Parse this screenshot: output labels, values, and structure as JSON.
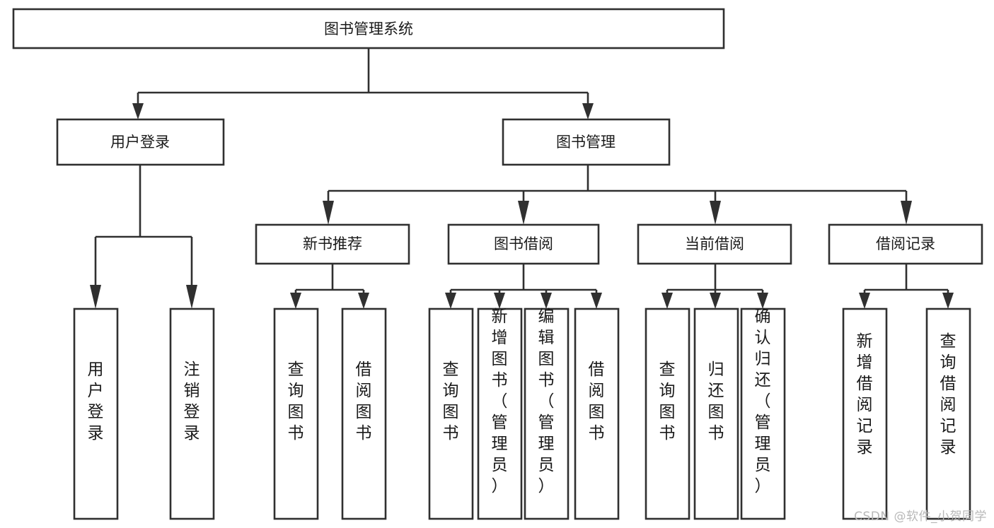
{
  "diagram": {
    "title": "图书管理系统",
    "watermark": "CSDN @软件_小贺同学",
    "accent_color": "#303030",
    "background_color": "#ffffff",
    "root": {
      "label": "图书管理系统"
    },
    "level2": [
      {
        "label": "用户登录"
      },
      {
        "label": "图书管理"
      }
    ],
    "level3": [
      {
        "label": "新书推荐"
      },
      {
        "label": "图书借阅"
      },
      {
        "label": "当前借阅"
      },
      {
        "label": "借阅记录"
      }
    ],
    "leaves": {
      "user_login": [
        {
          "label": "用户登录"
        },
        {
          "label": "注销登录"
        }
      ],
      "new_book": [
        {
          "label": "查询图书"
        },
        {
          "label": "借阅图书"
        }
      ],
      "book_borrow": [
        {
          "label": "查询图书"
        },
        {
          "label": "新增图书（管理员）"
        },
        {
          "label": "编辑图书（管理员）"
        },
        {
          "label": "借阅图书"
        }
      ],
      "current_borrow": [
        {
          "label": "查询图书"
        },
        {
          "label": "归还图书"
        },
        {
          "label": "确认归还（管理员）"
        }
      ],
      "borrow_record": [
        {
          "label": "新增借阅记录"
        },
        {
          "label": "查询借阅记录"
        }
      ]
    }
  }
}
